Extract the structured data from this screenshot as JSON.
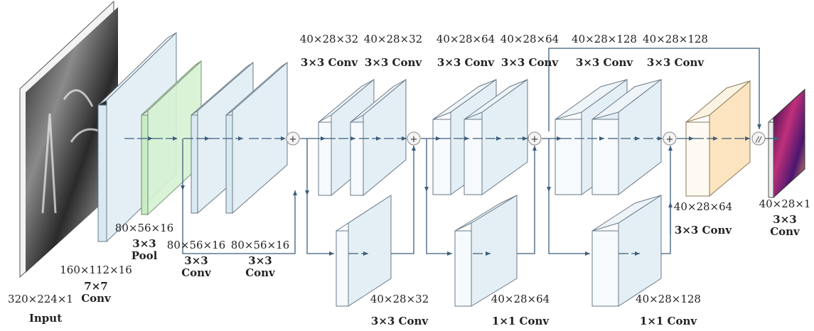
{
  "input": {
    "label": "Input",
    "size": "320×224×1"
  },
  "layers": {
    "conv7": {
      "size": "160×112×16",
      "name": "7×7 Conv"
    },
    "pool": {
      "size": "80×56×16",
      "name": "3×3 Pool"
    },
    "conv1": {
      "size": "80×56×16",
      "name": "3×3 Conv"
    },
    "conv2": {
      "size": "80×56×16",
      "name": "3×3 Conv"
    },
    "b1_top_a": {
      "size": "40×28×32",
      "name": "3×3 Conv"
    },
    "b1_top_b": {
      "size": "40×28×32",
      "name": "3×3 Conv"
    },
    "b1_bottom": {
      "size": "40×28×32",
      "name": "3×3 Conv"
    },
    "b2_top_a": {
      "size": "40×28×64",
      "name": "3×3 Conv"
    },
    "b2_top_b": {
      "size": "40×28×64",
      "name": "3×3 Conv"
    },
    "b2_bottom": {
      "size": "40×28×64",
      "name": "1×1 Conv"
    },
    "b3_top_a": {
      "size": "40×28×128",
      "name": "3×3 Conv"
    },
    "b3_top_b": {
      "size": "40×28×128",
      "name": "3×3 Conv"
    },
    "b3_bottom": {
      "size": "40×28×128",
      "name": "1×1 Conv"
    },
    "final_conv": {
      "size": "40×28×64",
      "name": "3×3 Conv"
    },
    "output": {
      "size": "40×28×1",
      "name": "3×3 Conv"
    }
  },
  "symbols": {
    "add": "+",
    "break": "//"
  },
  "colors": {
    "block_fill": "#d9e9f1",
    "block_side": "#eef4f8",
    "pool_fill": "#d6f2d3",
    "final_fill": "#fbe4bf",
    "arrow": "#3d5d7c",
    "outline": "#6a7a88"
  }
}
